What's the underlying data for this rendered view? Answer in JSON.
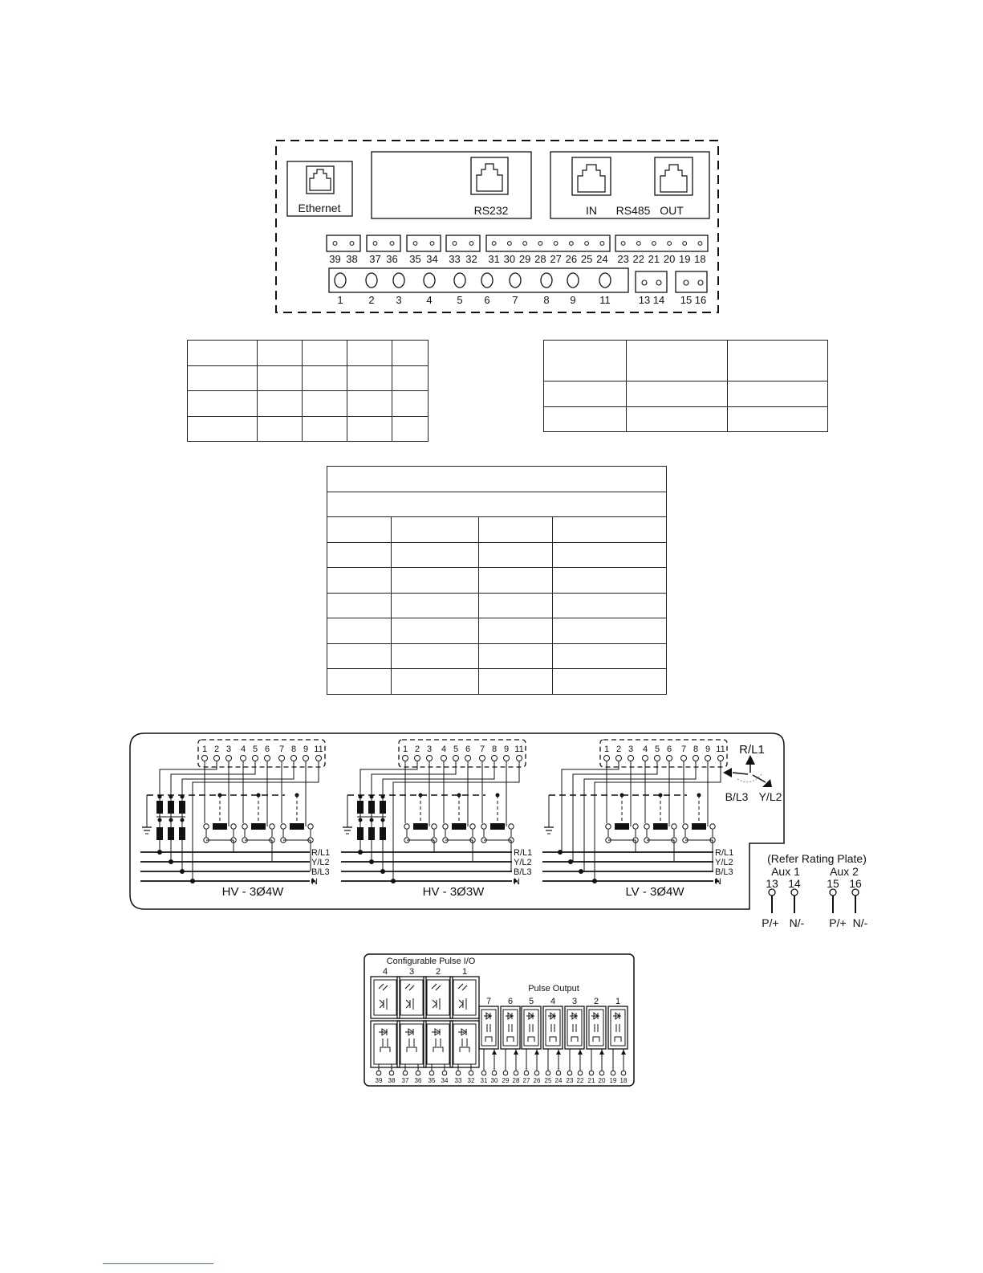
{
  "panel": {
    "ethernet_label": "Ethernet",
    "rs232_label": "RS232",
    "rs485_in_label": "IN",
    "rs485_label": "RS485",
    "rs485_out_label": "OUT",
    "pin_groups": [
      {
        "labels": [
          "39",
          "38"
        ]
      },
      {
        "labels": [
          "37",
          "36"
        ]
      },
      {
        "labels": [
          "35",
          "34"
        ]
      },
      {
        "labels": [
          "33",
          "32"
        ]
      },
      {
        "labels": [
          "31",
          "30",
          "29",
          "28",
          "27",
          "26",
          "25",
          "24"
        ]
      },
      {
        "labels": [
          "23",
          "22",
          "21",
          "20",
          "19",
          "18"
        ]
      }
    ],
    "main_terminals": [
      "1",
      "2",
      "3",
      "4",
      "5",
      "6",
      "7",
      "8",
      "9",
      "11"
    ],
    "aux_terminals_a": [
      "13",
      "14"
    ],
    "aux_terminals_b": [
      "15",
      "16"
    ]
  },
  "wiring": {
    "diagrams": [
      {
        "terminals": [
          "1",
          "2",
          "3",
          "4",
          "5",
          "6",
          "7",
          "8",
          "9",
          "11"
        ],
        "title": "HV - 3Ø4W"
      },
      {
        "terminals": [
          "1",
          "2",
          "3",
          "4",
          "5",
          "6",
          "7",
          "8",
          "9",
          "11"
        ],
        "title": "HV - 3Ø3W"
      },
      {
        "terminals": [
          "1",
          "2",
          "3",
          "4",
          "5",
          "6",
          "7",
          "8",
          "9",
          "11"
        ],
        "title": "LV - 3Ø4W"
      }
    ],
    "line_labels": [
      "R/L1",
      "Y/L2",
      "B/L3",
      "N"
    ],
    "phasor": {
      "r": "R/L1",
      "b": "B/L3",
      "y": "Y/L2"
    }
  },
  "aux": {
    "note": "(Refer Rating Plate)",
    "aux1_label": "Aux 1",
    "aux2_label": "Aux 2",
    "aux1_pins": [
      "13",
      "14"
    ],
    "aux2_pins": [
      "15",
      "16"
    ],
    "pol": [
      "P/+",
      "N/-",
      "P/+",
      "N/-"
    ]
  },
  "pulse": {
    "configurable_title": "Configurable Pulse I/O",
    "output_title": "Pulse Output",
    "configurable_channels": [
      {
        "num": "4",
        "pins": [
          "39",
          "38"
        ]
      },
      {
        "num": "3",
        "pins": [
          "37",
          "36"
        ]
      },
      {
        "num": "2",
        "pins": [
          "35",
          "34"
        ]
      },
      {
        "num": "1",
        "pins": [
          "33",
          "32"
        ]
      }
    ],
    "output_channels": [
      {
        "num": "7",
        "pins": [
          "31",
          "30"
        ]
      },
      {
        "num": "6",
        "pins": [
          "29",
          "28"
        ]
      },
      {
        "num": "5",
        "pins": [
          "27",
          "26"
        ]
      },
      {
        "num": "4",
        "pins": [
          "25",
          "24"
        ]
      },
      {
        "num": "3",
        "pins": [
          "23",
          "22"
        ]
      },
      {
        "num": "2",
        "pins": [
          "21",
          "20"
        ]
      },
      {
        "num": "1",
        "pins": [
          "19",
          "18"
        ]
      }
    ]
  }
}
